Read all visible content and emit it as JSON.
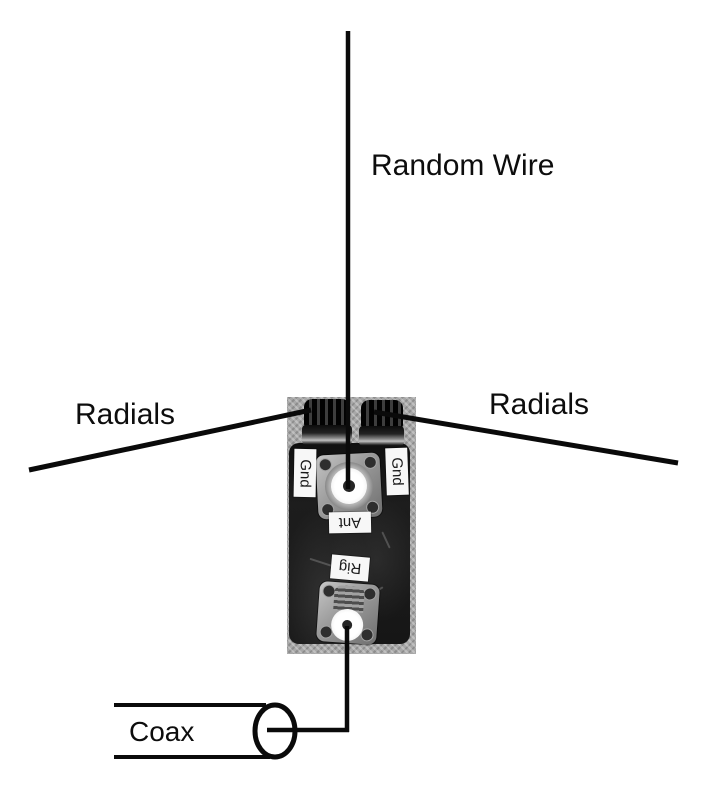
{
  "labels": {
    "random_wire": "Random Wire",
    "radials_left": "Radials",
    "radials_right": "Radials",
    "coax": "Coax"
  },
  "device_labels": {
    "gnd_left": "Gnd",
    "gnd_right": "Gnd",
    "ant": "Ant",
    "rig": "Rig"
  },
  "colors": {
    "background": "#ffffff",
    "wire_line": "#0a0a0a",
    "label_text": "#0d0d0d",
    "photo_background": "#a8a8a8",
    "device_body": "#1a1a1a",
    "sticker_background": "#f7f7f7",
    "connector_metal": "#9a9a9a"
  }
}
